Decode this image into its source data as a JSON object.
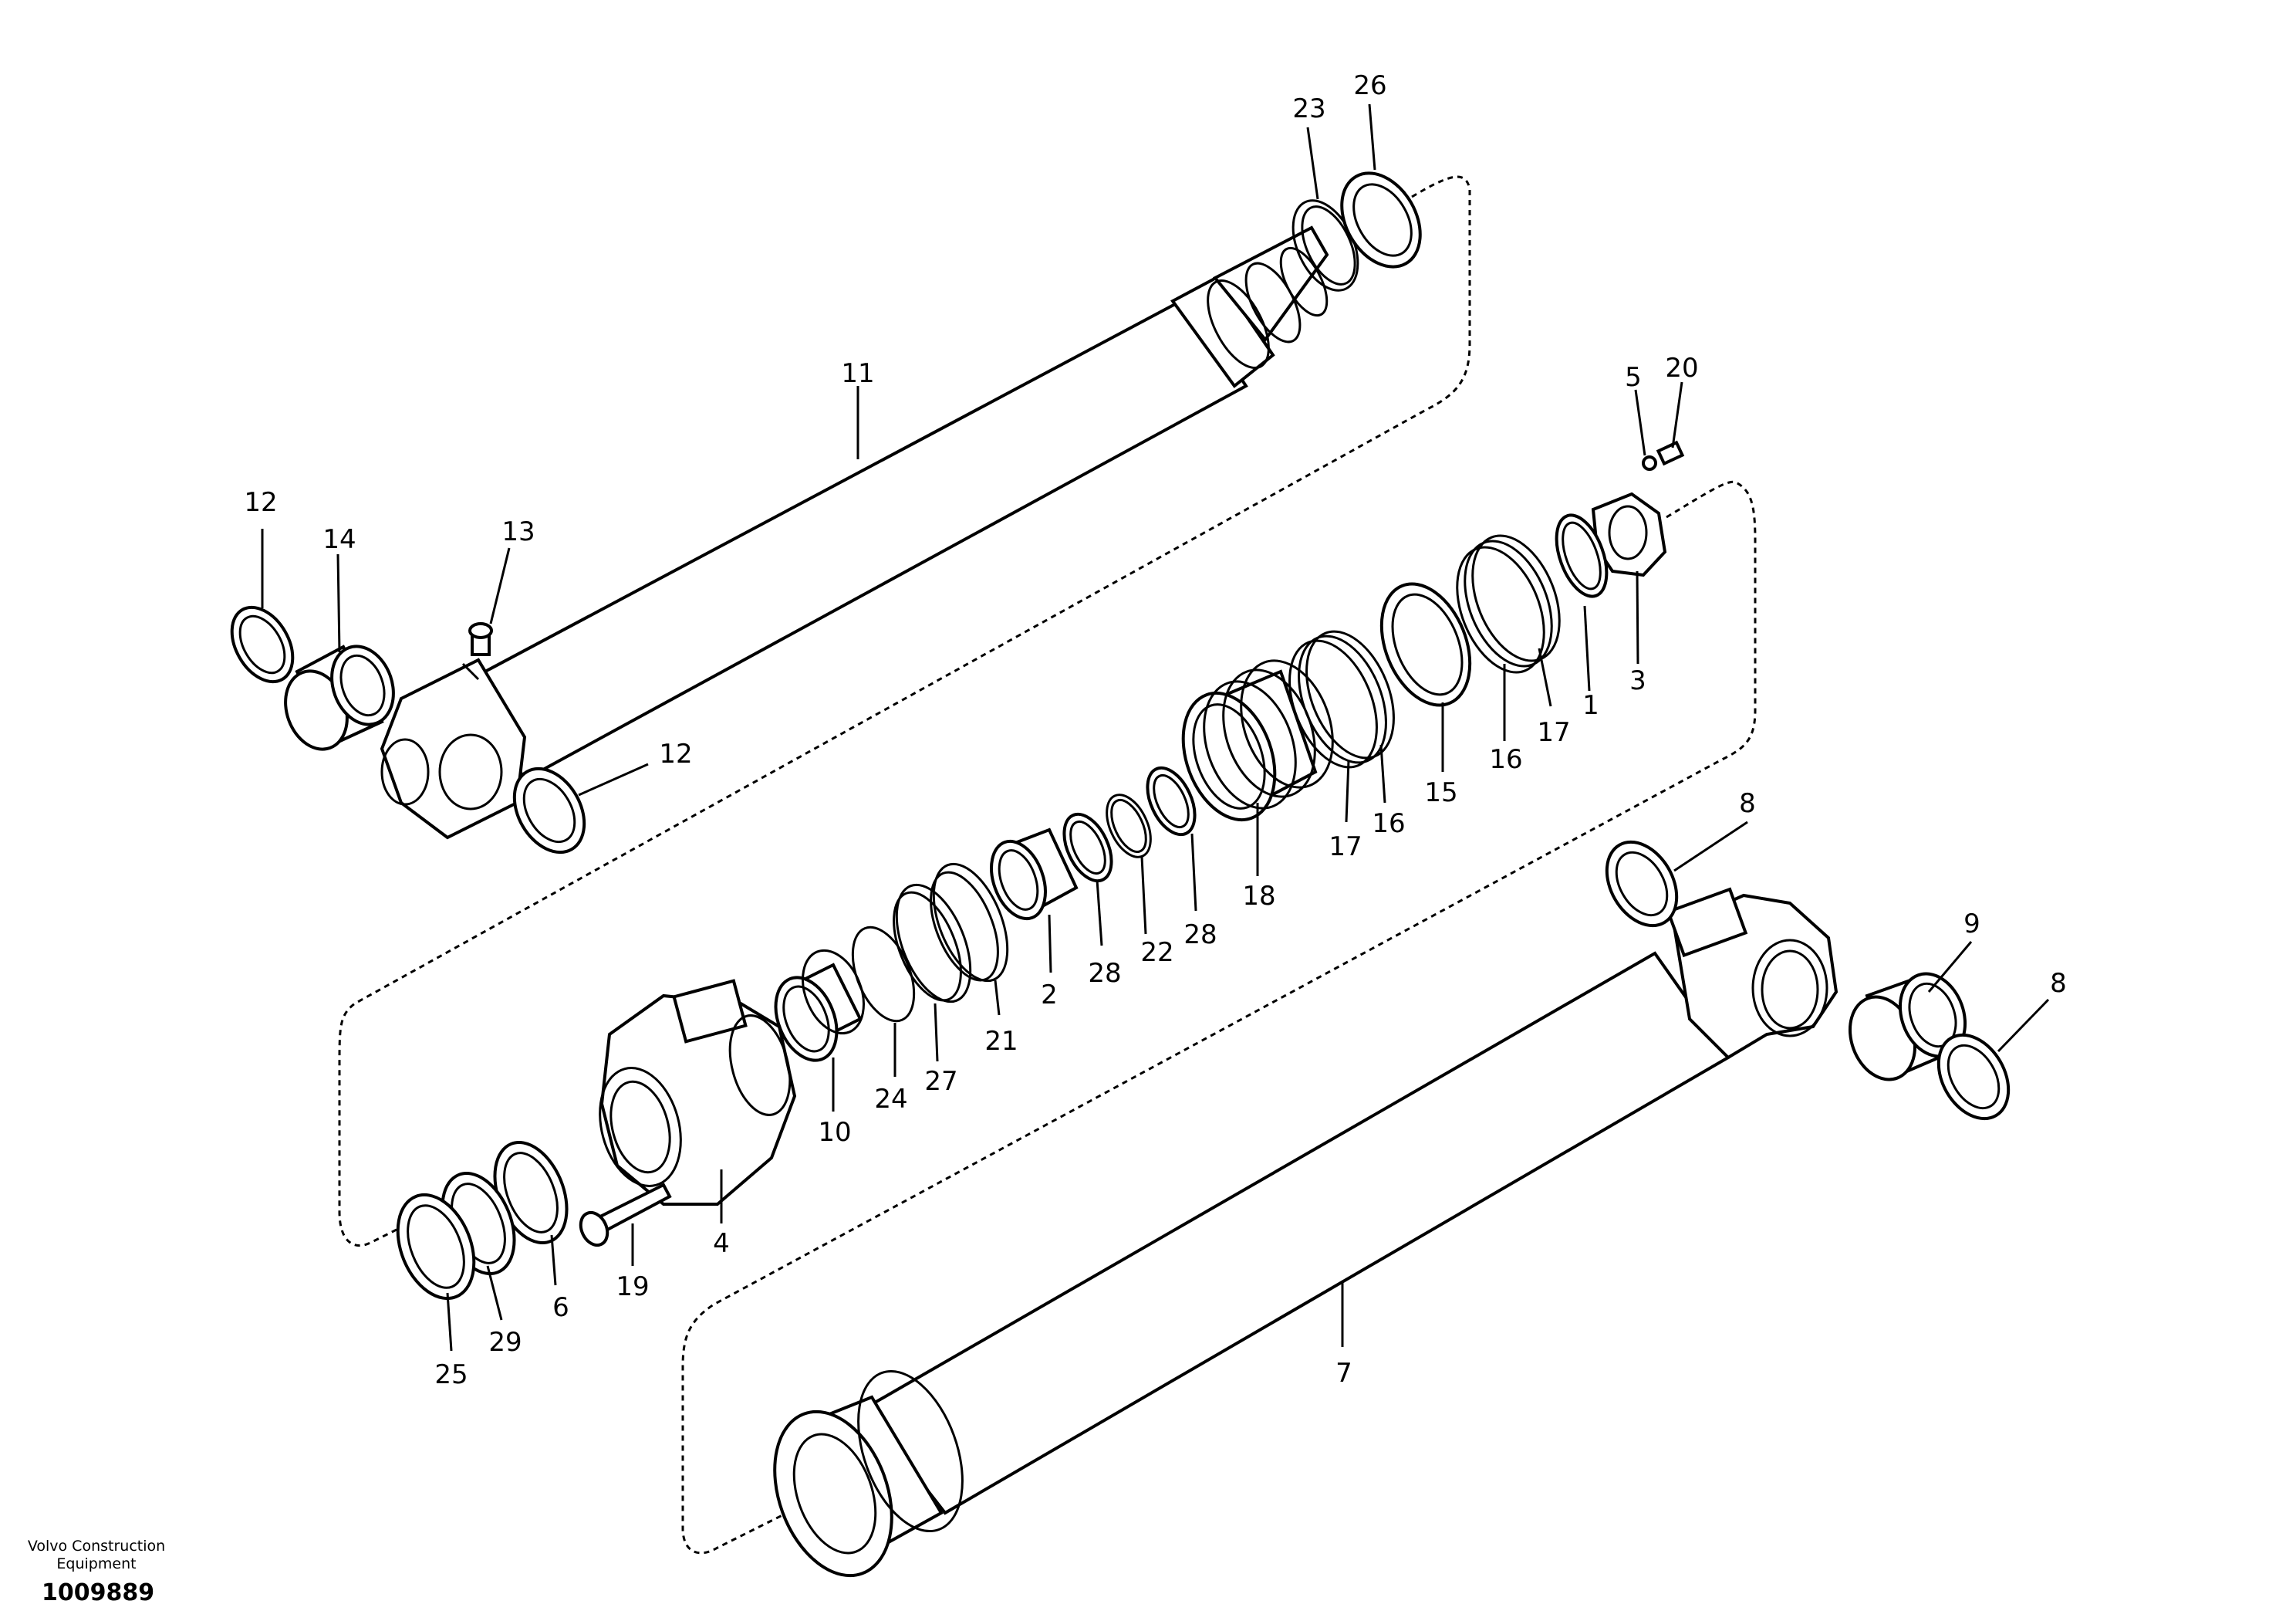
{
  "diagram": {
    "callouts": [
      {
        "id": "c23",
        "text": "23"
      },
      {
        "id": "c26",
        "text": "26"
      },
      {
        "id": "c11",
        "text": "11"
      },
      {
        "id": "c5",
        "text": "5"
      },
      {
        "id": "c20",
        "text": "20"
      },
      {
        "id": "c12a",
        "text": "12"
      },
      {
        "id": "c14",
        "text": "14"
      },
      {
        "id": "c13",
        "text": "13"
      },
      {
        "id": "c12b",
        "text": "12"
      },
      {
        "id": "c1",
        "text": "1"
      },
      {
        "id": "c3",
        "text": "3"
      },
      {
        "id": "c17a",
        "text": "17"
      },
      {
        "id": "c16a",
        "text": "16"
      },
      {
        "id": "c15",
        "text": "15"
      },
      {
        "id": "c16b",
        "text": "16"
      },
      {
        "id": "c17b",
        "text": "17"
      },
      {
        "id": "c18",
        "text": "18"
      },
      {
        "id": "c28a",
        "text": "28"
      },
      {
        "id": "c22",
        "text": "22"
      },
      {
        "id": "c28b",
        "text": "28"
      },
      {
        "id": "c2",
        "text": "2"
      },
      {
        "id": "c21",
        "text": "21"
      },
      {
        "id": "c27",
        "text": "27"
      },
      {
        "id": "c24",
        "text": "24"
      },
      {
        "id": "c10",
        "text": "10"
      },
      {
        "id": "c8a",
        "text": "8"
      },
      {
        "id": "c9",
        "text": "9"
      },
      {
        "id": "c8b",
        "text": "8"
      },
      {
        "id": "c4",
        "text": "4"
      },
      {
        "id": "c19",
        "text": "19"
      },
      {
        "id": "c6",
        "text": "6"
      },
      {
        "id": "c29",
        "text": "29"
      },
      {
        "id": "c25",
        "text": "25"
      },
      {
        "id": "c7",
        "text": "7"
      }
    ]
  },
  "footer": {
    "maker_line1": "Volvo Construction",
    "maker_line2": "Equipment",
    "drawing_number": "1009889"
  }
}
